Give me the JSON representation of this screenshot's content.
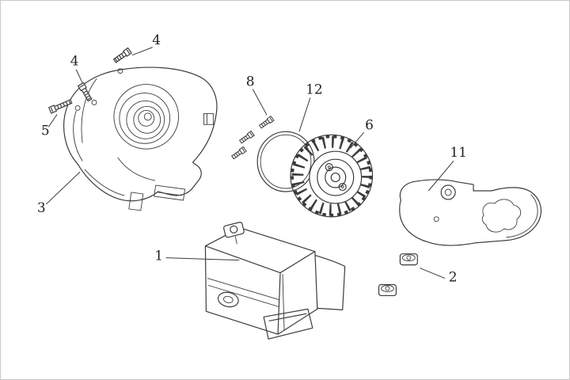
{
  "canvas": {
    "background": "#ffffff",
    "border_color": "#c9c9c9",
    "line_color": "#3b3b3b",
    "label_color": "#1f1f1f"
  },
  "callouts": [
    {
      "label": "4"
    },
    {
      "label": "4"
    },
    {
      "label": "5"
    },
    {
      "label": "3"
    },
    {
      "label": "8"
    },
    {
      "label": "12"
    },
    {
      "label": "6"
    },
    {
      "label": "11"
    },
    {
      "label": "1"
    },
    {
      "label": "2"
    }
  ]
}
